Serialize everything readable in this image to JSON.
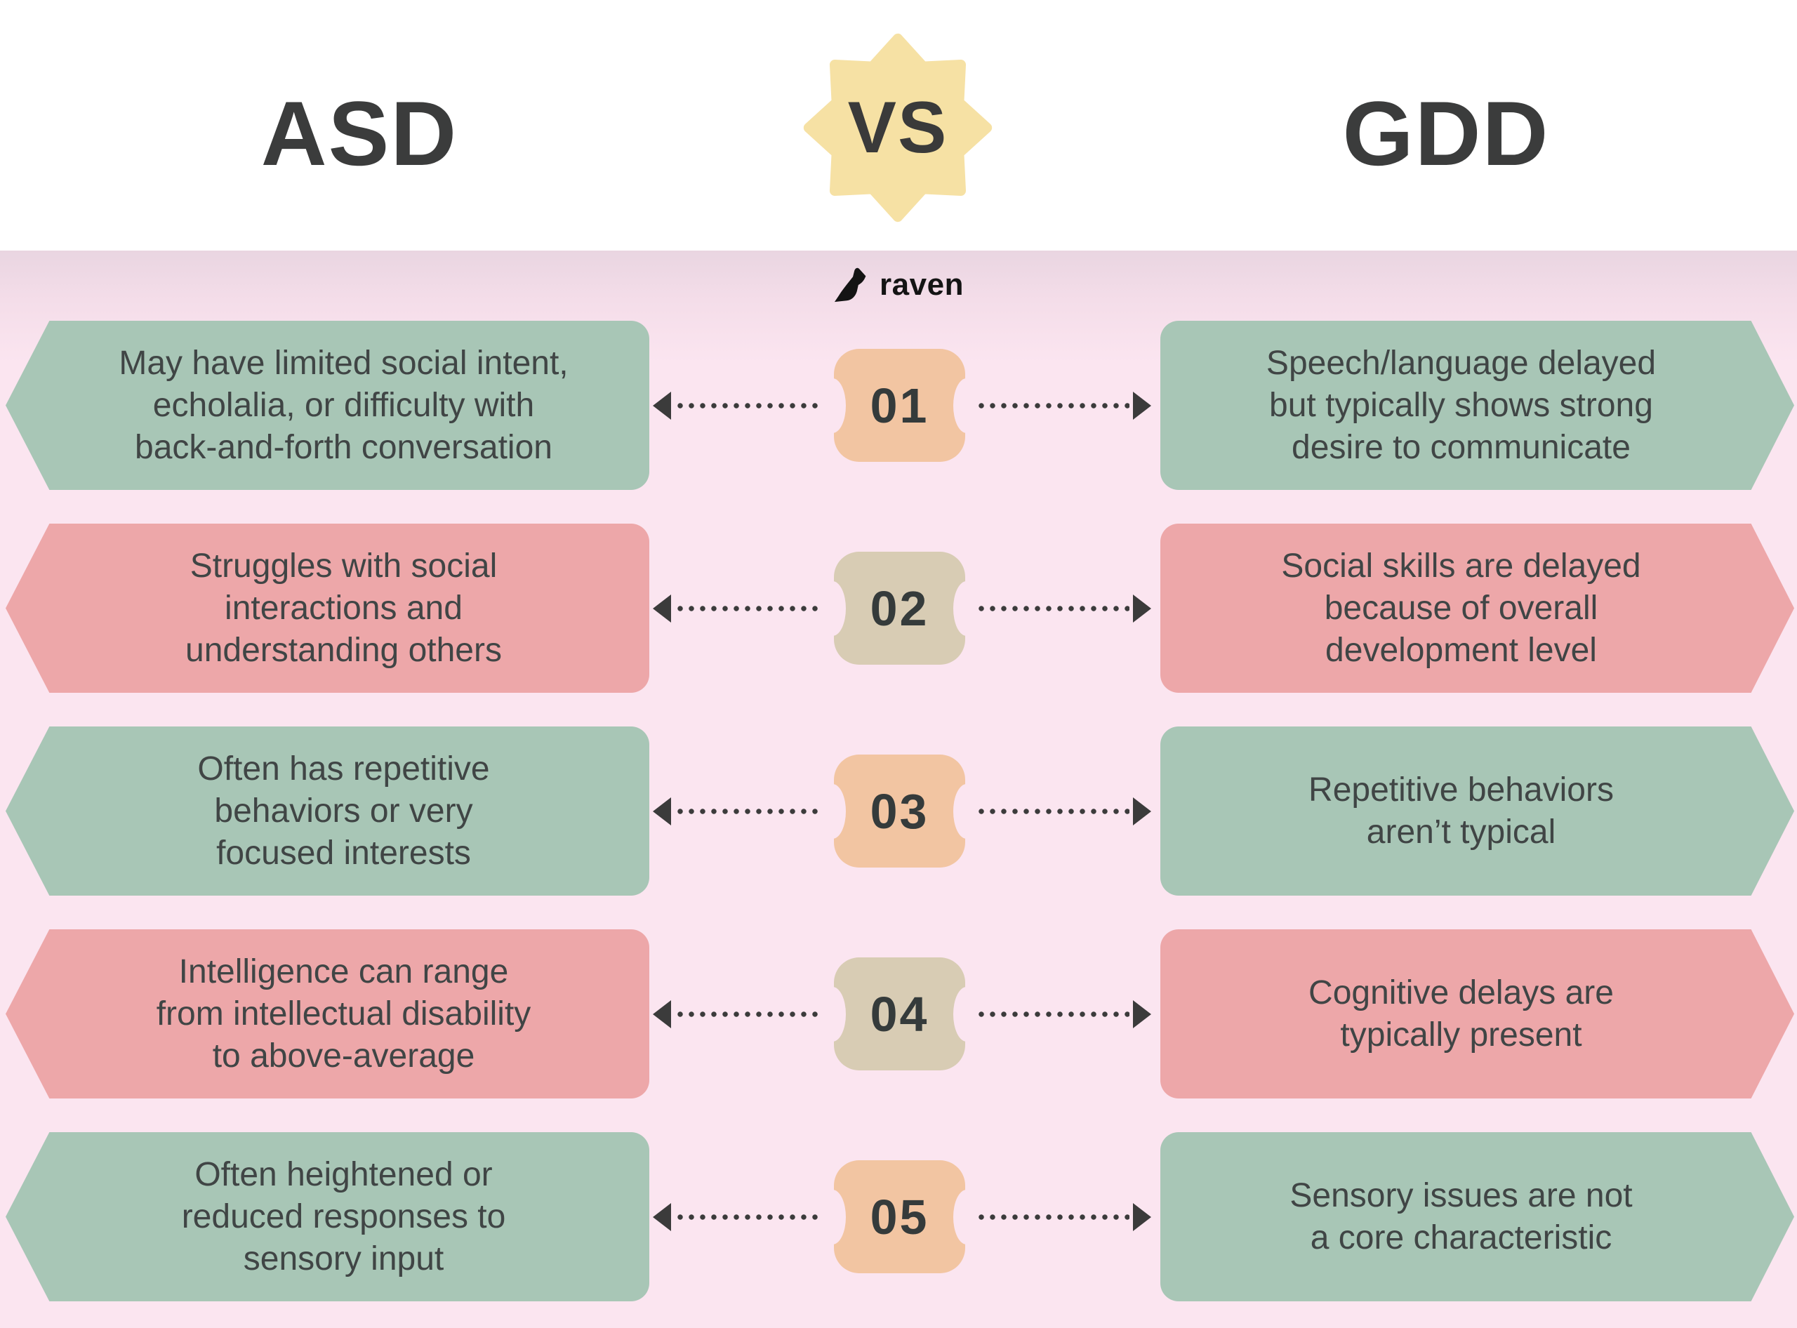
{
  "header": {
    "left_title": "ASD",
    "vs_label": "VS",
    "right_title": "GDD"
  },
  "brand": {
    "name": "raven"
  },
  "colors": {
    "page_background": "#fbe5f0",
    "header_background": "#ffffff",
    "green_box": "#a8c6b6",
    "pink_box": "#eda7a9",
    "badge_peach": "#f2c5a2",
    "badge_tan": "#d8ccb4",
    "star_yellow": "#f6e1a4",
    "text_dark": "#404545",
    "connector_dark": "#3b3b3b"
  },
  "rows": [
    {
      "number": "01",
      "left": "May have limited social intent,\necholalia, or difficulty with\nback-and-forth conversation",
      "right": "Speech/language delayed\nbut typically shows strong\ndesire to communicate"
    },
    {
      "number": "02",
      "left": "Struggles with social\ninteractions and\nunderstanding others",
      "right": "Social skills are delayed\nbecause of overall\ndevelopment level"
    },
    {
      "number": "03",
      "left": "Often has repetitive\nbehaviors or very\nfocused interests",
      "right": "Repetitive behaviors\naren’t typical"
    },
    {
      "number": "04",
      "left": "Intelligence can range\nfrom intellectual disability\nto above-average",
      "right": "Cognitive delays are\ntypically present"
    },
    {
      "number": "05",
      "left": "Often heightened or\nreduced responses to\nsensory input",
      "right": "Sensory issues are not\na core characteristic"
    }
  ]
}
